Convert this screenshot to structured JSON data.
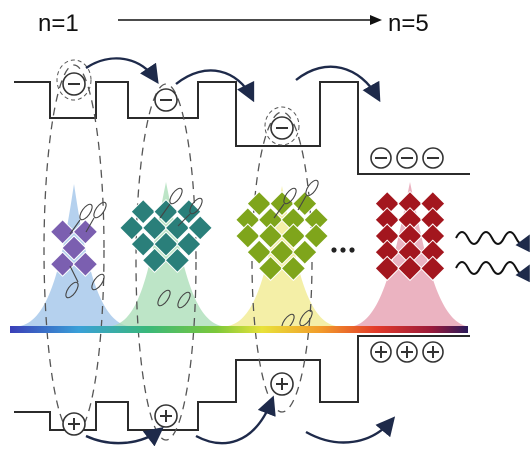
{
  "header": {
    "start_label": "n=1",
    "end_label": "n=5",
    "dots": "···"
  },
  "carriers": {
    "electron_symbol": "⊖",
    "hole_symbol": "⊕"
  },
  "colors": {
    "n1_octahedra": "#7b5fb0",
    "n2_octahedra": "#2a7f7a",
    "n3_octahedra": "#7fa51b",
    "n5_octahedra": "#a3161e",
    "n1_glow": "#9cc2e8",
    "n2_glow": "#a7dcb4",
    "n3_glow": "#f2ec98",
    "n5_glow": "#e7a6b6",
    "band_line": "#2b2b2b",
    "arrow": "#1e2a4a"
  },
  "phases": [
    {
      "n": 1,
      "octahedra_rows": [
        2,
        1,
        2
      ]
    },
    {
      "n": 2,
      "octahedra_rows": [
        3,
        4,
        3,
        2
      ]
    },
    {
      "n": 3,
      "octahedra_rows": [
        3,
        4,
        4,
        3,
        2
      ]
    },
    {
      "n": 5,
      "octahedra_rows": [
        3,
        3,
        3,
        3,
        3
      ]
    }
  ]
}
